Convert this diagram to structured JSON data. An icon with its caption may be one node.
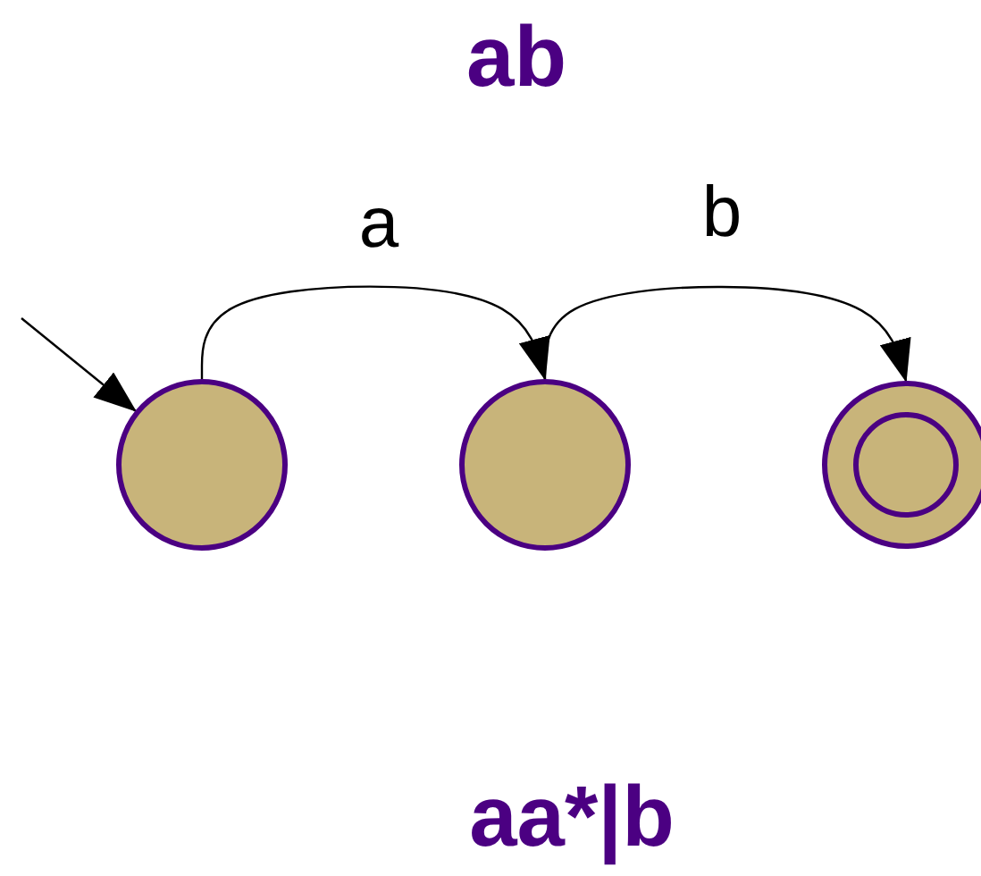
{
  "diagram": {
    "title": "ab",
    "caption": "aa*|b",
    "nodes": [
      {
        "text": [],
        "shape": "circle"
      },
      {
        "text": [],
        "shape": "circle"
      },
      {
        "text": [],
        "shape": "double-circle"
      }
    ],
    "edges": [
      {
        "from": null,
        "to": 0,
        "arrow": "to"
      },
      {
        "from": 0,
        "to": 1,
        "label": "a",
        "arrow": "to"
      },
      {
        "from": 1,
        "to": 2,
        "label": "b",
        "arrow": "to"
      }
    ]
  }
}
